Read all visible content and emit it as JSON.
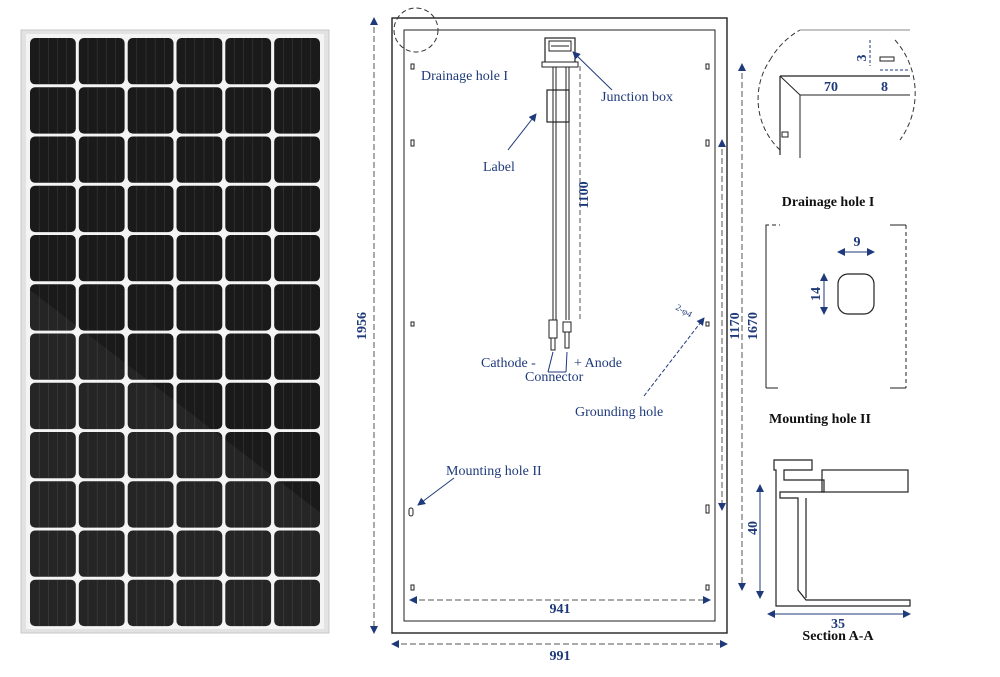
{
  "panel": {
    "rows": 12,
    "cols": 6,
    "cell_color": "#1a1a1a",
    "frame_color": "#d9d9d9"
  },
  "labels": {
    "drainage_hole": "Drainage hole I",
    "junction_box": "Junction box",
    "label": "Label",
    "cathode": "Cathode -",
    "anode": "+ Anode",
    "connector": "Connector",
    "grounding_hole": "Grounding hole",
    "mounting_hole": "Mounting hole II",
    "grounding_mark": "2-φ4"
  },
  "dimensions": {
    "height": "1956",
    "cable_length": "1100",
    "mount_spacing_1": "1170",
    "mount_spacing_2": "1670",
    "width_inner": "941",
    "width_outer": "991"
  },
  "details": {
    "drainage": {
      "title": "Drainage hole I",
      "d1": "3",
      "d2": "70",
      "d3": "8"
    },
    "mounting": {
      "title": "Mounting hole II",
      "w": "9",
      "h": "14"
    },
    "section": {
      "title": "Section A-A",
      "h": "40",
      "w": "35"
    }
  },
  "colors": {
    "line": "#222222",
    "dim": "#1f3a7a",
    "dash": "#555555"
  }
}
